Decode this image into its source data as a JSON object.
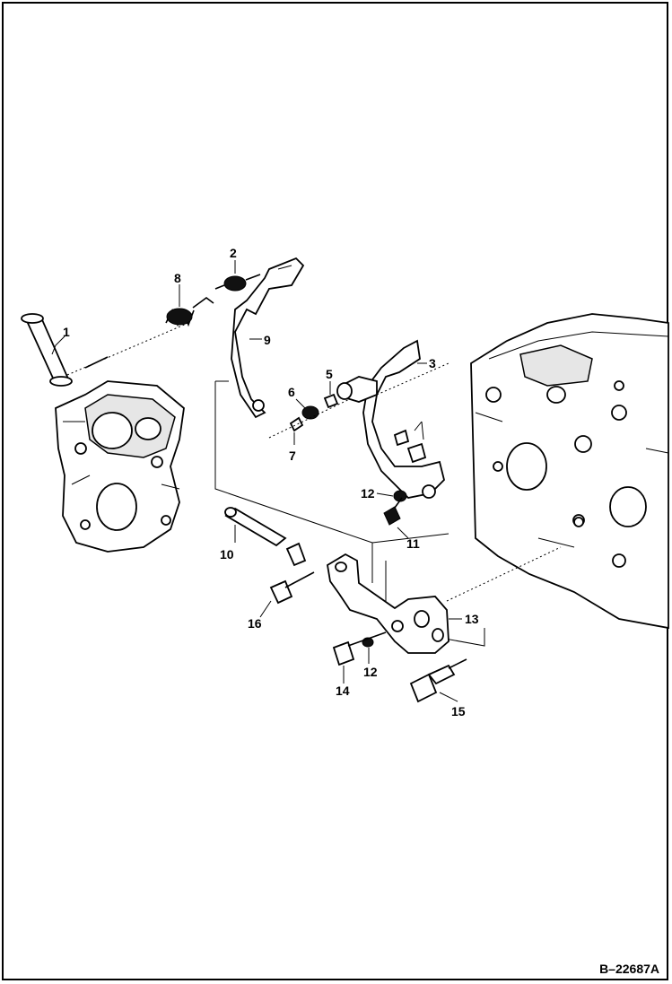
{
  "diagram": {
    "reference_code": "B–22687A",
    "callouts": [
      "1",
      "2",
      "3",
      "5",
      "6",
      "7",
      "8",
      "9",
      "10",
      "11",
      "12",
      "12",
      "13",
      "14",
      "15",
      "16"
    ]
  }
}
